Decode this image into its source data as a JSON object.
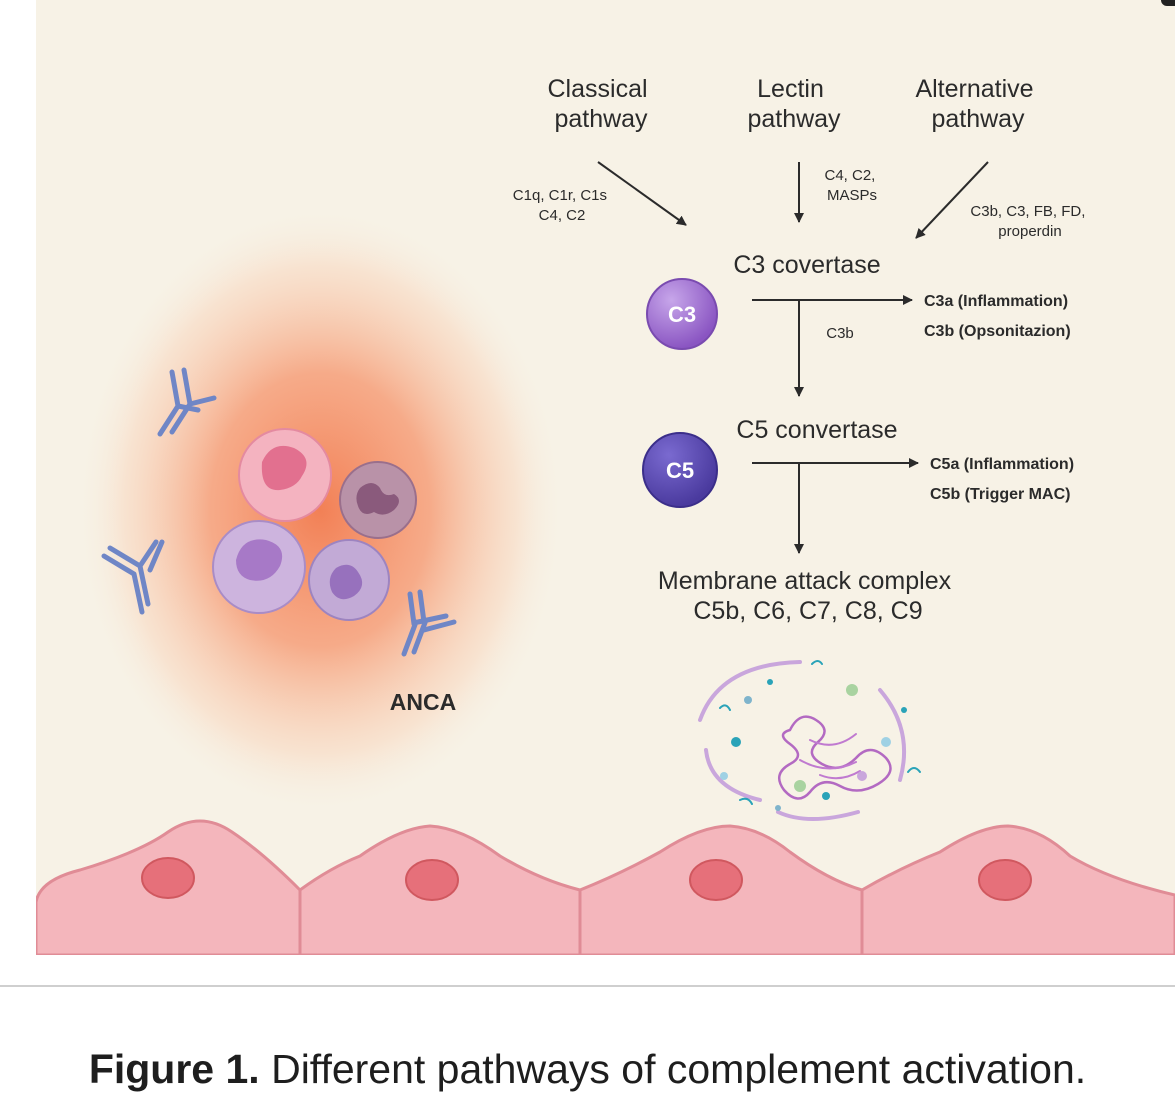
{
  "pathways": {
    "classical": [
      "Classical",
      "pathway"
    ],
    "lectin": [
      "Lectin",
      "pathway"
    ],
    "alternative": [
      "Alternative",
      "pathway"
    ]
  },
  "factors": {
    "classical": [
      "C1q, C1r, C1s",
      "C4, C2"
    ],
    "lectin": [
      "C4, C2,",
      "MASPs"
    ],
    "alternative": [
      "C3b, C3, FB, FD,",
      "properdin"
    ]
  },
  "c3_convertase": "C3 covertase",
  "c3_node": "C3",
  "c3_products": [
    "C3a (Inflammation)",
    "C3b (Opsonitazion)"
  ],
  "c3b_label": "C3b",
  "c5_convertase": "C5 convertase",
  "c5_node": "C5",
  "c5_products": [
    "C5a (Inflammation)",
    "C5b (Trigger MAC)"
  ],
  "mac": [
    "Membrane attack complex",
    "C5b, C6, C7, C8, C9"
  ],
  "anca_label": "ANCA",
  "caption": {
    "bold": "Figure 1.",
    "text": " Different pathways of complement activation."
  },
  "colors": {
    "background": "#f7f2e6",
    "c3_node": "#9f6fd0",
    "c5_node": "#5c4ab0",
    "antibody": "#6f86c6",
    "endothelium": "#f4b6bc",
    "glow": "#f27a4e"
  }
}
